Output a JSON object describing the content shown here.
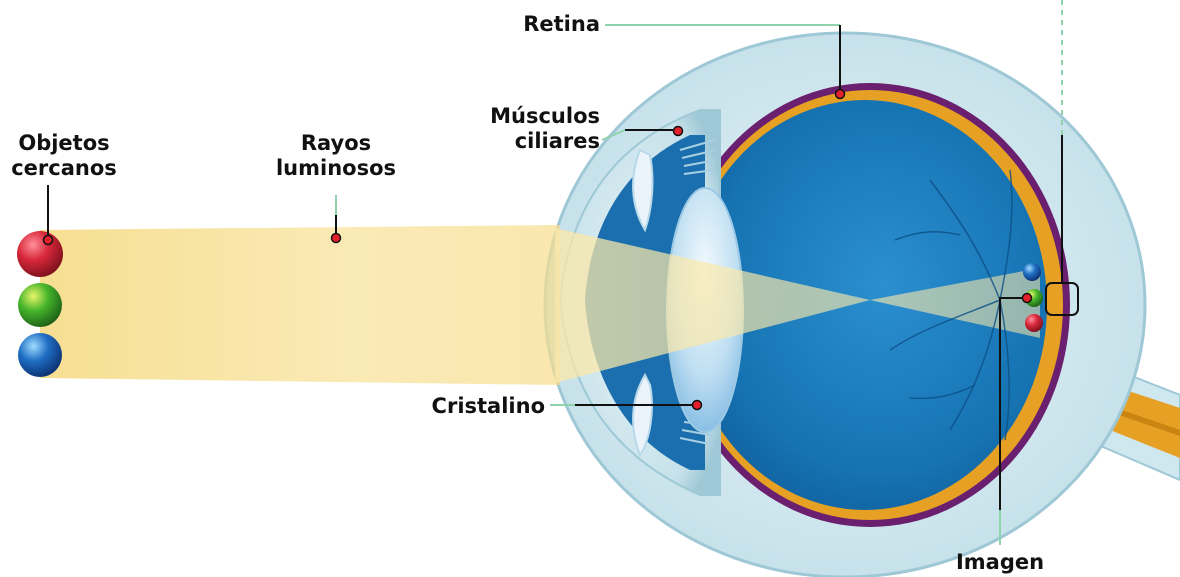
{
  "labels": {
    "retina": "Retina",
    "musculos_line1": "Músculos",
    "musculos_line2": "ciliares",
    "objetos_line1": "Objetos",
    "objetos_line2": "cercanos",
    "rayos_line1": "Rayos",
    "rayos_line2": "luminosos",
    "cristalino": "Cristalino",
    "imagen": "Imagen"
  },
  "colors": {
    "leader_line": "#8ed3ac",
    "leader_dot": "#e3212b",
    "sclera": "#cfe7ef",
    "eye_interior": "#1673b2",
    "retina_layer": "#e6a024",
    "choroid_layer": "#6a1f6f",
    "light_rays": "#f6dd8c"
  },
  "objects": [
    {
      "name": "red-sphere",
      "color": "#d8283a"
    },
    {
      "name": "green-sphere",
      "color": "#46b52b"
    },
    {
      "name": "blue-sphere",
      "color": "#1f6ec4"
    }
  ]
}
